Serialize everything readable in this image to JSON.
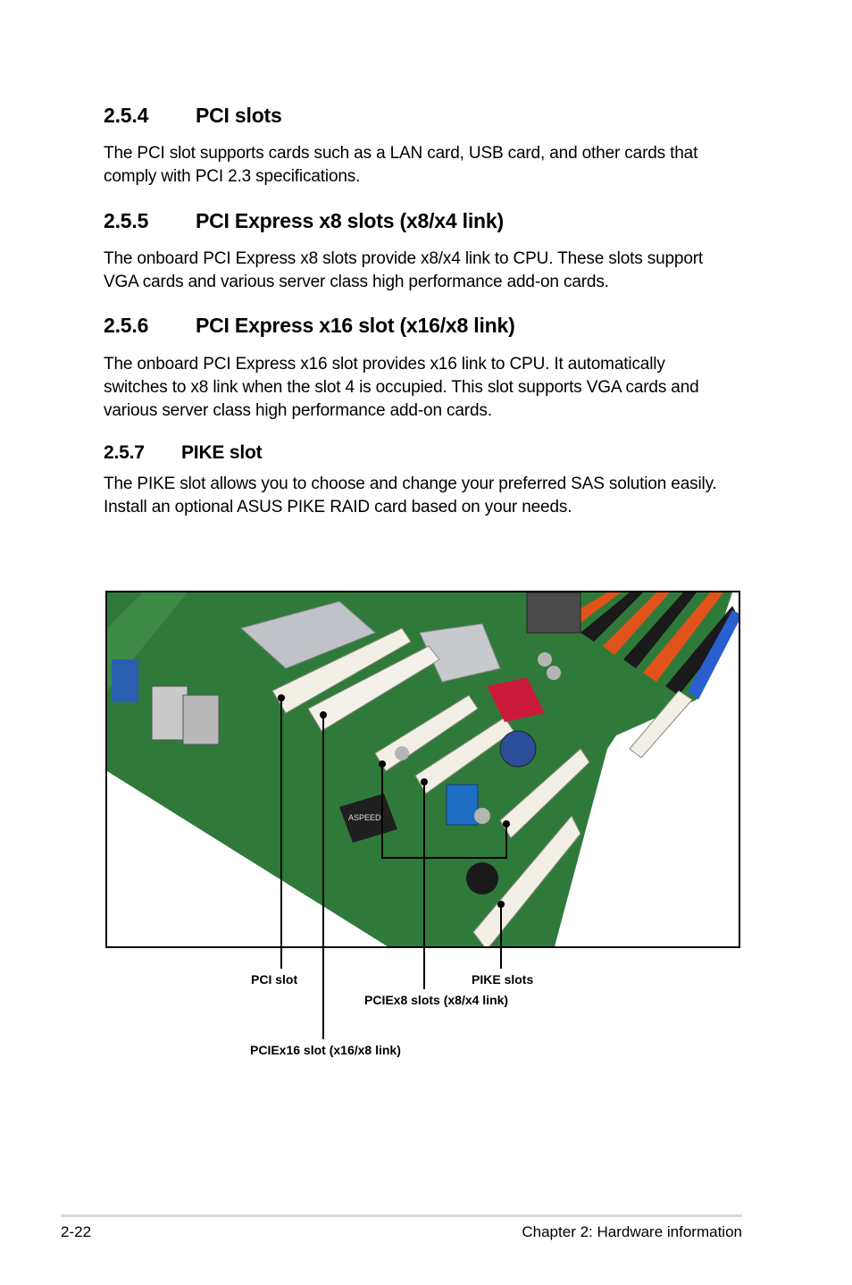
{
  "sections": [
    {
      "number": "2.5.4",
      "title": "PCI slots",
      "body": "The PCI slot supports cards such as a LAN card, USB card, and other cards that comply with PCI 2.3 specifications.",
      "body_lines": [
        "The PCI slot supports cards such as a LAN card, USB card, and other cards that",
        "comply with PCI 2.3 specifications."
      ]
    },
    {
      "number": "2.5.5",
      "title": "PCI Express x8 slots (x8/x4 link)",
      "body_lines": [
        "The onboard PCI Express x8 slots provide x8/x4 link to CPU. These slots support",
        "VGA cards and various server class high performance add-on cards."
      ]
    },
    {
      "number": "2.5.6",
      "title": "PCI Express x16 slot (x16/x8 link)",
      "body_lines": [
        "The onboard PCI Express x16 slot provides x16 link to CPU. It automatically",
        "switches to x8 link when the slot 4 is occupied. This slot supports VGA cards and",
        "various server class high performance add-on cards."
      ]
    },
    {
      "number": "2.5.7",
      "title": "PIKE slot",
      "body_lines": [
        "The PIKE slot allows you to choose and change your preferred SAS solution easily.",
        "Install an optional ASUS PIKE RAID card based on your needs."
      ]
    }
  ],
  "figure": {
    "callouts": {
      "pci_slot": "PCI slot",
      "pike_slots": "PIKE slots",
      "pciex8_slots": "PCIEx8 slots (x8/x4 link)",
      "pciex16_slot": "PCIEx16 slot (x16/x8 link)"
    },
    "chip_label": "ASPEED",
    "colors": {
      "board": "#2f7a3a",
      "slot": "#f2efe6",
      "dimm_orange": "#e0521a",
      "dimm_black": "#1a1a1a",
      "sata_red": "#cc1a3a",
      "usb_blue": "#1e6fc4"
    }
  },
  "footer": {
    "page_number": "2-22",
    "chapter": "Chapter 2: Hardware information"
  }
}
